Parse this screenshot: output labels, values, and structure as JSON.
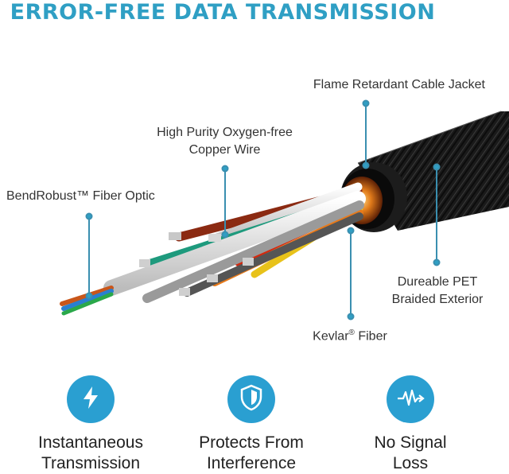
{
  "title": "ERROR-FREE DATA TRANSMISSION",
  "labels": {
    "jacket": "Flame Retardant Cable Jacket",
    "copper_line1": "High Purity Oxygen-free",
    "copper_line2": "Copper Wire",
    "fiber_optic": "BendRobust™ Fiber Optic",
    "pet_line1": "Dureable PET",
    "pet_line2": "Braided Exterior",
    "kevlar": "Kevlar",
    "kevlar_sup": "®",
    "kevlar_after": " Fiber"
  },
  "features": [
    {
      "icon": "lightning-icon",
      "line1": "Instantaneous",
      "line2": "Transmission"
    },
    {
      "icon": "shield-icon",
      "line1": "Protects From",
      "line2": "Interference"
    },
    {
      "icon": "signal-wave-icon",
      "line1": "No Signal",
      "line2": "Loss"
    }
  ],
  "colors": {
    "accent": "#2f9fc4",
    "icon_circle": "#2a9fd1",
    "callout_line": "#3a8fb0"
  }
}
